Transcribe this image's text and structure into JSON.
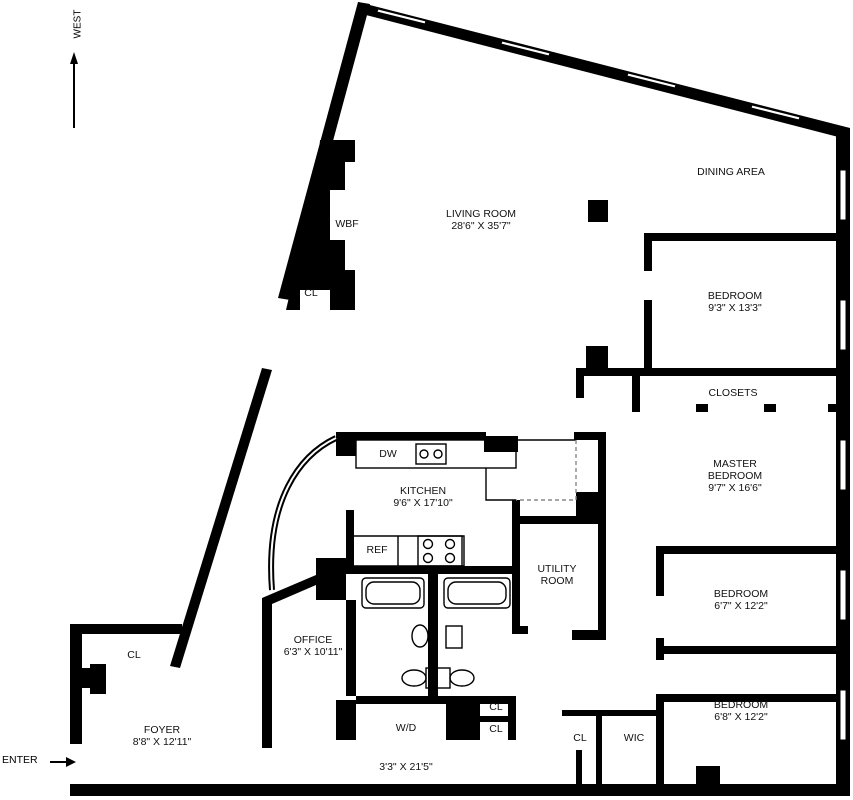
{
  "compass": {
    "label": "WEST"
  },
  "entry": {
    "label": "ENTER"
  },
  "rooms": {
    "living_room": {
      "name": "LIVING ROOM",
      "dims": "28'6\" X 35'7\""
    },
    "dining_area": {
      "name": "DINING AREA"
    },
    "wbf": {
      "name": "WBF"
    },
    "cl_living": {
      "name": "CL"
    },
    "bedroom_1": {
      "name": "BEDROOM",
      "dims": "9'3\" X 13'3\""
    },
    "closets": {
      "name": "CLOSETS"
    },
    "master_bedroom": {
      "name": "MASTER BEDROOM",
      "line1": "MASTER",
      "line2": "BEDROOM",
      "dims": "9'7\" X 16'6\""
    },
    "kitchen": {
      "name": "KITCHEN",
      "dims": "9'6\" X 17'10\""
    },
    "utility_room": {
      "name": "UTILITY ROOM",
      "line1": "UTILITY",
      "line2": "ROOM"
    },
    "bedroom_2": {
      "name": "BEDROOM",
      "dims": "6'7\" X 12'2\""
    },
    "bedroom_3": {
      "name": "BEDROOM",
      "dims": "6'8\" X 12'2\""
    },
    "office": {
      "name": "OFFICE",
      "dims": "6'3\" X 10'11\""
    },
    "foyer": {
      "name": "FOYER",
      "dims": "8'8\" X 12'11\""
    },
    "cl_foyer": {
      "name": "CL"
    },
    "hall": {
      "dims": "3'3\" X 21'5\""
    },
    "wd": {
      "name": "W/D"
    },
    "cl_a": {
      "name": "CL"
    },
    "cl_b": {
      "name": "CL"
    },
    "cl_c": {
      "name": "CL"
    },
    "wic": {
      "name": "WIC"
    }
  },
  "fixtures": {
    "dw": "DW",
    "ref": "REF"
  }
}
